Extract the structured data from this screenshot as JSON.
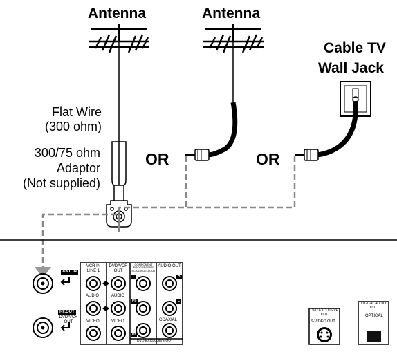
{
  "labels": {
    "antenna_left": "Antenna",
    "antenna_middle": "Antenna",
    "cable_line1": "Cable TV",
    "cable_line2": "Wall Jack",
    "flat_wire_line1": "Flat Wire",
    "flat_wire_line2": "(300 ohm)",
    "adaptor_line1": "300/75 ohm",
    "adaptor_line2": "Adaptor",
    "adaptor_line3": "(Not supplied)",
    "or_1": "OR",
    "or_2": "OR"
  },
  "panel": {
    "ant_in": "ANT. IN",
    "rf_out": "RF.OUT",
    "dvd_vcr_out": "DVD/VCR OUT",
    "vcr_in_line1": "VCR IN LINE 1",
    "dvd_vcr_out_col": "DVD/VCR OUT",
    "component_out": "COMPONENT PROGRESSIVE SCAN VIDEO OUT",
    "audio_out": "AUDIO OUT",
    "audio_1": "AUDIO",
    "audio_2": "AUDIO",
    "video_1": "VIDEO",
    "video_2": "VIDEO",
    "coaxial": "COAXIAL",
    "dvd_exclusive_out": "DVD EXCLUSIVE OUT",
    "y": "Y",
    "pb": "Pb",
    "pr": "Pr",
    "r": "R",
    "l": "L",
    "svideo_top": "DVD EXCLUSIVE OUT",
    "svideo": "S-VIDEO OUT",
    "digital_audio": "DIGITAL AUDIO OUT",
    "optical": "OPTICAL"
  },
  "colors": {
    "line": "#000000",
    "dashed": "#888888",
    "panel_line": "#333333"
  }
}
